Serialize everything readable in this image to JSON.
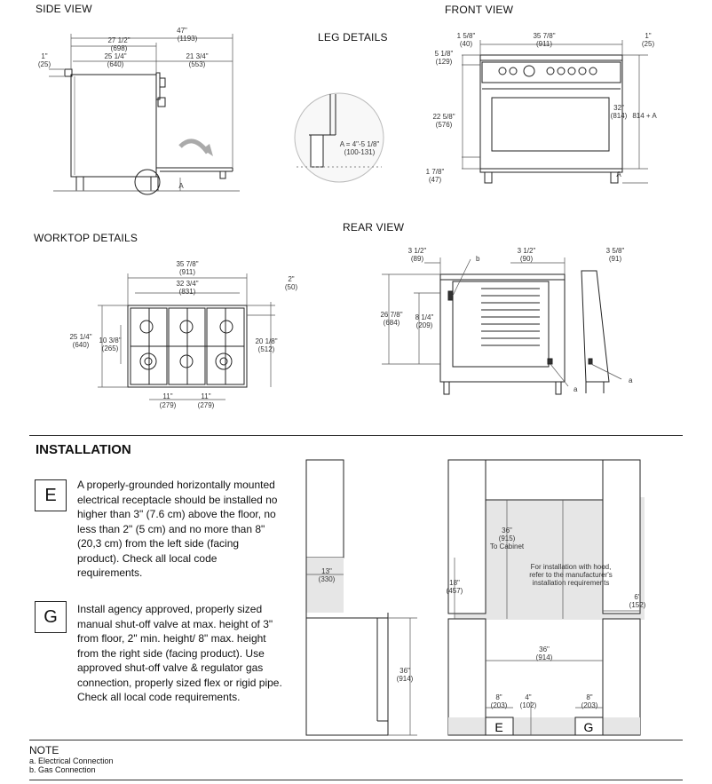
{
  "titles": {
    "side_view": "SIDE VIEW",
    "front_view": "FRONT VIEW",
    "leg_details": "LEG DETAILS",
    "worktop_details": "WORKTOP DETAILS",
    "rear_view": "REAR VIEW",
    "installation": "INSTALLATION"
  },
  "side_dims": {
    "overall_in": "47\"",
    "overall_mm": "(1193)",
    "d1_in": "27 1/2\"",
    "d1_mm": "(698)",
    "d2_in": "25 1/4\"",
    "d2_mm": "(640)",
    "d3_in": "21 3/4\"",
    "d3_mm": "(553)",
    "d4_in": "1\"",
    "d4_mm": "(25)",
    "a": "A"
  },
  "leg_dims": {
    "label_in": "A = 4\"-5 1/8\"",
    "label_mm": "(100-131)"
  },
  "front_dims": {
    "w_in": "35 7/8\"",
    "w_mm": "(911)",
    "l1_in": "1 5/8\"",
    "l1_mm": "(40)",
    "r1_in": "1\"",
    "r1_mm": "(25)",
    "t_in": "5 1/8\"",
    "t_mm": "(129)",
    "m_in": "22 5/8\"",
    "m_mm": "(576)",
    "b_in": "1 7/8\"",
    "b_mm": "(47)",
    "h_in": "32\"",
    "h_mm": "(814)",
    "h_plus": "814 + A",
    "a": "A"
  },
  "worktop_dims": {
    "w_in": "35 7/8\"",
    "w_mm": "(911)",
    "i_in": "32 3/4\"",
    "i_mm": "(831)",
    "top_in": "2\"",
    "top_mm": "(50)",
    "d_in": "25 1/4\"",
    "d_mm": "(640)",
    "mid_in": "10 3/8\"",
    "mid_mm": "(265)",
    "r_in": "20 1/8\"",
    "r_mm": "(512)",
    "b1_in": "11\"",
    "b1_mm": "(279)",
    "b2_in": "11\"",
    "b2_mm": "(279)"
  },
  "rear_dims": {
    "l_in": "3 1/2\"",
    "l_mm": "(89)",
    "c_in": "3 1/2\"",
    "c_mm": "(90)",
    "r_in": "3 5/8\"",
    "r_mm": "(91)",
    "h_in": "26 7/8\"",
    "h_mm": "(684)",
    "h2_in": "8 1/4\"",
    "h2_mm": "(209)",
    "a": "a",
    "b": "b"
  },
  "installation": {
    "e_letter": "E",
    "e_text": "A properly-grounded horizontally mounted electrical receptacle should be installed no higher than 3\" (7.6 cm) above the floor, no less than 2\" (5 cm) and no more than 8\" (20,3 cm) from the left side (facing product). Check all local code requirements.",
    "g_letter": "G",
    "g_text": "Install agency approved, properly sized manual shut-off valve at max. height of 3\" from floor, 2\" min. height/ 8\" max. height from the right side (facing product). Use approved shut-off valve & regulator gas connection, properly sized flex or rigid pipe. Check all local code requirements."
  },
  "cabinet_side": {
    "d_in": "13\"",
    "d_mm": "(330)",
    "h_in": "36\"",
    "h_mm": "(914)"
  },
  "cabinet_front": {
    "top_in": "36\"",
    "top_mm": "(915)",
    "top_note": "To Cabinet",
    "hood_note_1": "For installation with hood,",
    "hood_note_2": "refer to the manufacturer's",
    "hood_note_3": "installation requirements",
    "h18_in": "18\"",
    "h18_mm": "(457)",
    "r6_in": "6\"",
    "r6_mm": "(152)",
    "w_in": "36\"",
    "w_mm": "(914)",
    "e1_in": "8\"",
    "e1_mm": "(203)",
    "e2_in": "4\"",
    "e2_mm": "(102)",
    "g1_in": "8\"",
    "g1_mm": "(203)",
    "e_letter": "E",
    "g_letter": "G"
  },
  "note": {
    "title": "NOTE",
    "a": "a. Electrical Connection",
    "b": "b. Gas Connection"
  }
}
